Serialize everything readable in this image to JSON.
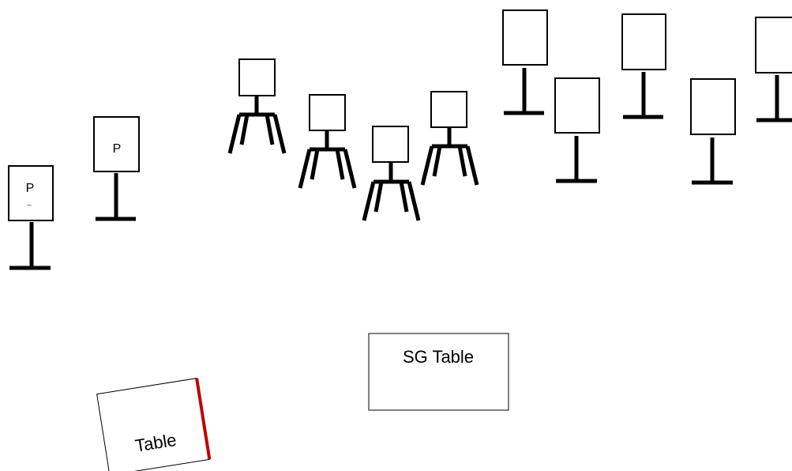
{
  "signs": [
    {
      "label": "P",
      "sublabel": "–"
    },
    {
      "label": "P"
    }
  ],
  "tables": {
    "sg_table": "SG Table",
    "table": "Table"
  },
  "colors": {
    "stroke": "#000000",
    "accent_edge": "#c00000",
    "background": "#ffffff"
  }
}
